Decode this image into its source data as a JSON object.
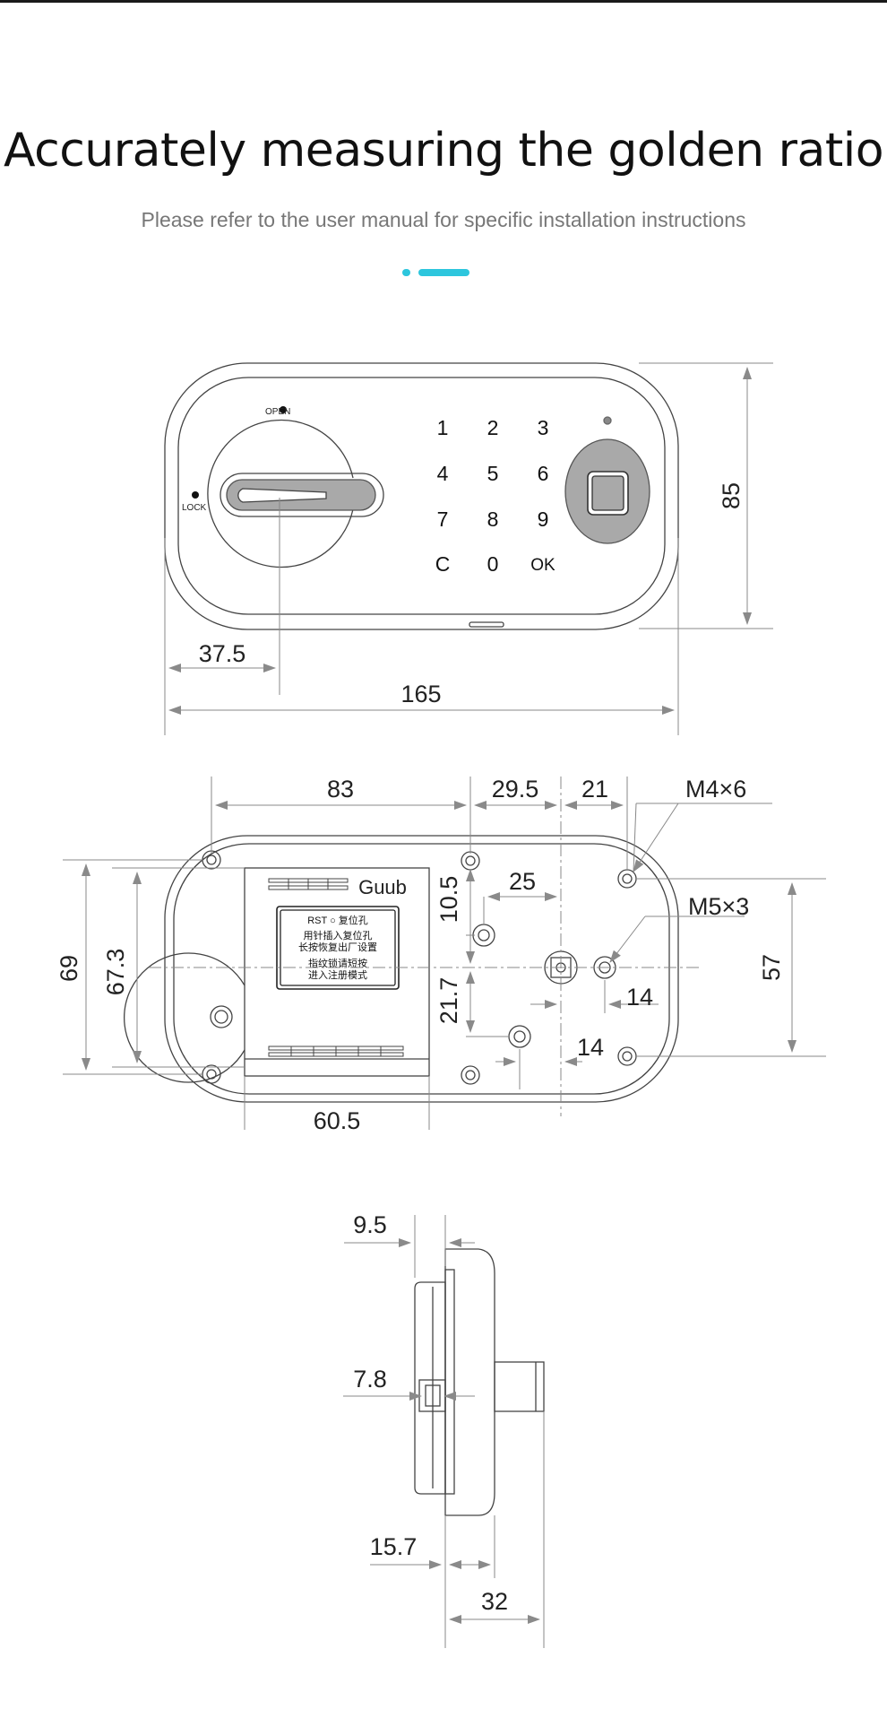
{
  "header": {
    "title": "Accurately measuring the golden ratio",
    "subtitle": "Please refer to the user manual for specific installation instructions",
    "accent_color": "#2dc6dd"
  },
  "front_view": {
    "open_label": "OPEN",
    "lock_label": "LOCK",
    "keys": [
      "1",
      "2",
      "3",
      "4",
      "5",
      "6",
      "7",
      "8",
      "9",
      "C",
      "0",
      "OK"
    ],
    "dim_height": "85",
    "dim_width": "165",
    "dim_knob_offset": "37.5"
  },
  "back_view": {
    "brand": "Guub",
    "label_rst": "RST ○ 复位孔",
    "label_line1": "用针插入复位孔",
    "label_line2": "长按恢复出厂设置",
    "label_line3": "指纹锁请短按",
    "label_line4": "进入注册模式",
    "dim_83": "83",
    "dim_29_5": "29.5",
    "dim_21": "21",
    "dim_m4": "M4×6",
    "dim_25": "25",
    "dim_10_5": "10.5",
    "dim_m5": "M5×3",
    "dim_69": "69",
    "dim_67_3": "67.3",
    "dim_57": "57",
    "dim_14a": "14",
    "dim_21_7": "21.7",
    "dim_14b": "14",
    "dim_60_5": "60.5"
  },
  "side_view": {
    "dim_9_5": "9.5",
    "dim_7_8": "7.8",
    "dim_15_7": "15.7",
    "dim_32": "32"
  }
}
